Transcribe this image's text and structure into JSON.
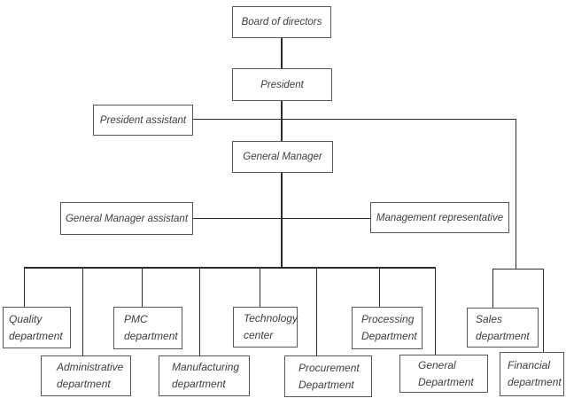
{
  "diagram": {
    "type": "organization-chart",
    "colors": {
      "background": "#ffffff",
      "line": "#2b2b2b",
      "border": "#565656",
      "text": "#3d3d3d"
    },
    "nodes": {
      "board": {
        "label": "Board of directors",
        "lines": [
          "Board of directors"
        ]
      },
      "president": {
        "label": "President",
        "lines": [
          "President"
        ]
      },
      "president_assistant": {
        "label": "President assistant",
        "lines": [
          "President assistant"
        ]
      },
      "general_manager": {
        "label": "General Manager",
        "lines": [
          "General Manager"
        ]
      },
      "gm_assistant": {
        "label": "General Manager assistant",
        "lines": [
          "General Manager assistant"
        ]
      },
      "management_representative": {
        "label": "Management representative",
        "lines": [
          "Management representative"
        ]
      },
      "quality": {
        "label": "Quality department",
        "lines": [
          "Quality",
          "department"
        ]
      },
      "administrative": {
        "label": "Administrative department",
        "lines": [
          "Administrative",
          "department"
        ]
      },
      "pmc": {
        "label": "PMC department",
        "lines": [
          "PMC",
          "department"
        ]
      },
      "manufacturing": {
        "label": "Manufacturing department",
        "lines": [
          "Manufacturing",
          "department"
        ]
      },
      "technology": {
        "label": "Technology center",
        "lines": [
          "Technology",
          "center"
        ]
      },
      "procurement": {
        "label": "Procurement Department",
        "lines": [
          "Procurement",
          "Department"
        ]
      },
      "processing": {
        "label": "Processing Department",
        "lines": [
          "Processing",
          "Department"
        ]
      },
      "general": {
        "label": "General Department",
        "lines": [
          "General",
          "Department"
        ]
      },
      "sales": {
        "label": "Sales department",
        "lines": [
          "Sales",
          "department"
        ]
      },
      "financial": {
        "label": "Financial department",
        "lines": [
          "Financial",
          "department"
        ]
      }
    },
    "hierarchy": {
      "chain": [
        "Board of directors",
        "President",
        "General Manager"
      ],
      "staff_positions": [
        "President assistant",
        "General Manager assistant",
        "Management representative"
      ],
      "general_manager_departments": [
        "Quality department",
        "Administrative department",
        "PMC department",
        "Manufacturing department",
        "Technology center",
        "Procurement Department",
        "Processing Department",
        "General Department"
      ],
      "right_branch_departments": [
        "Sales department",
        "Financial department"
      ]
    }
  }
}
